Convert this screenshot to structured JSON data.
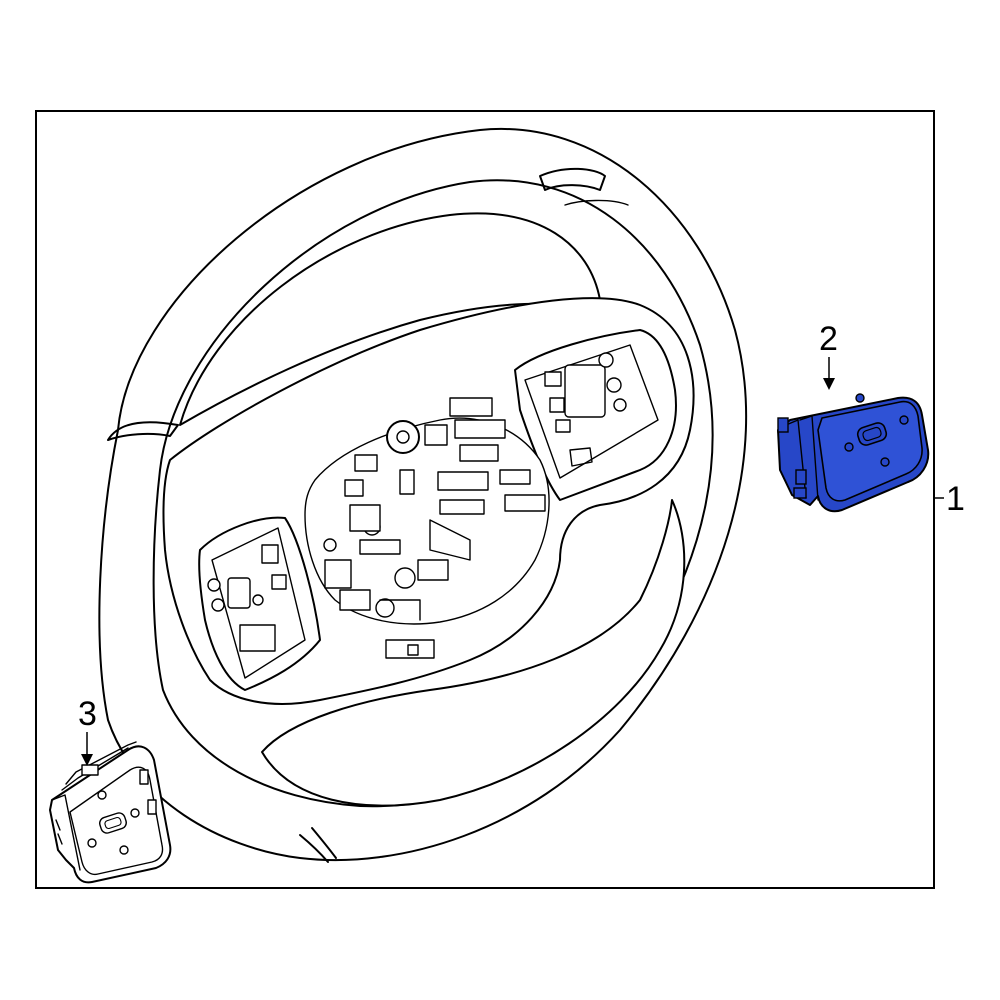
{
  "diagram": {
    "callouts": [
      {
        "id": "1",
        "label": "1"
      },
      {
        "id": "2",
        "label": "2"
      },
      {
        "id": "3",
        "label": "3"
      }
    ],
    "colors": {
      "highlight": "#2747C8",
      "line": "#000000",
      "background": "#FFFFFF"
    },
    "parts": {
      "steering_wheel": "steering-wheel",
      "right_switch": "switch-assembly-highlighted",
      "left_switch": "switch-assembly"
    }
  }
}
